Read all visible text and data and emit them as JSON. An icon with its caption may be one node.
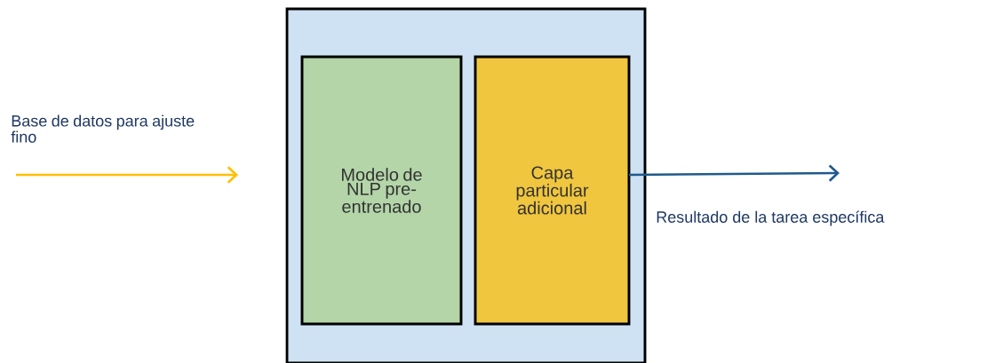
{
  "diagram": {
    "nodes": [
      {
        "text": [],
        "shape": "box"
      },
      {
        "text": [
          "Modelo de NLP pre-entrenado"
        ],
        "in": 0
      },
      {
        "text": [
          "Capa particular adicional"
        ],
        "in": 0
      }
    ],
    "edges": [
      {
        "from": null,
        "to": 0,
        "arrow": "to",
        "label": "Base de datos para ajuste fino",
        "color": "#ffc000"
      },
      {
        "from": 2,
        "to": null,
        "arrow": "to",
        "label": "Resultado de la tarea específica",
        "color": "#1f5a8c"
      }
    ]
  }
}
